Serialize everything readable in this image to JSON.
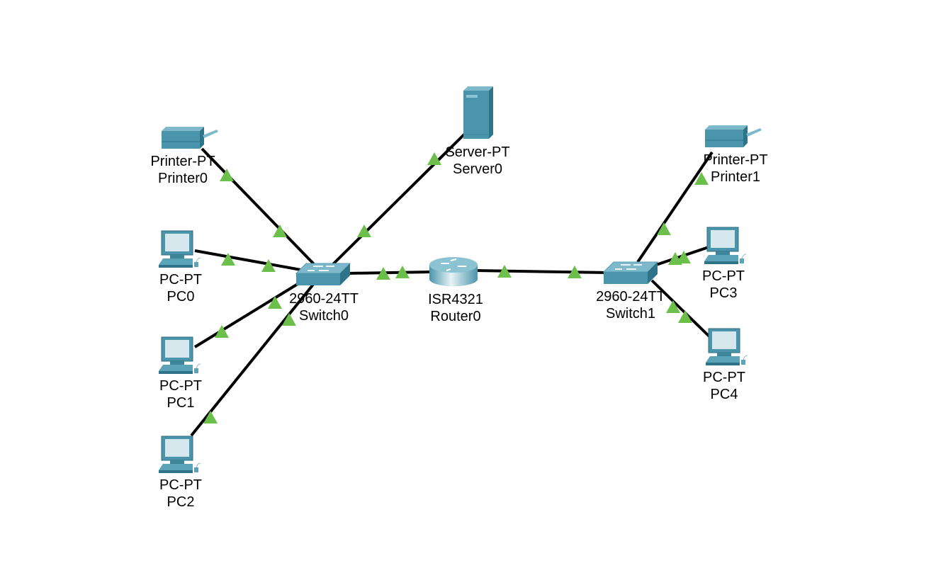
{
  "topology": {
    "link_color": "#000000",
    "link_status_color": "#6cbf4a",
    "device_color": "#4a95ab",
    "devices": [
      {
        "id": "printer0",
        "type": "printer",
        "model": "Printer-PT",
        "name": "Printer0"
      },
      {
        "id": "server0",
        "type": "server",
        "model": "Server-PT",
        "name": "Server0"
      },
      {
        "id": "printer1",
        "type": "printer",
        "model": "Printer-PT",
        "name": "Printer1"
      },
      {
        "id": "pc0",
        "type": "pc",
        "model": "PC-PT",
        "name": "PC0"
      },
      {
        "id": "pc1",
        "type": "pc",
        "model": "PC-PT",
        "name": "PC1"
      },
      {
        "id": "pc2",
        "type": "pc",
        "model": "PC-PT",
        "name": "PC2"
      },
      {
        "id": "pc3",
        "type": "pc",
        "model": "PC-PT",
        "name": "PC3"
      },
      {
        "id": "pc4",
        "type": "pc",
        "model": "PC-PT",
        "name": "PC4"
      },
      {
        "id": "switch0",
        "type": "switch",
        "model": "2960-24TT",
        "name": "Switch0"
      },
      {
        "id": "switch1",
        "type": "switch",
        "model": "2960-24TT",
        "name": "Switch1"
      },
      {
        "id": "router0",
        "type": "router",
        "model": "ISR4321",
        "name": "Router0"
      }
    ],
    "links": [
      {
        "from": "printer0",
        "to": "switch0",
        "status": "up"
      },
      {
        "from": "server0",
        "to": "switch0",
        "status": "up"
      },
      {
        "from": "pc0",
        "to": "switch0",
        "status": "up"
      },
      {
        "from": "pc1",
        "to": "switch0",
        "status": "up"
      },
      {
        "from": "pc2",
        "to": "switch0",
        "status": "up"
      },
      {
        "from": "switch0",
        "to": "router0",
        "status": "up"
      },
      {
        "from": "router0",
        "to": "switch1",
        "status": "up"
      },
      {
        "from": "printer1",
        "to": "switch1",
        "status": "up"
      },
      {
        "from": "pc3",
        "to": "switch1",
        "status": "up"
      },
      {
        "from": "pc4",
        "to": "switch1",
        "status": "up"
      }
    ]
  }
}
